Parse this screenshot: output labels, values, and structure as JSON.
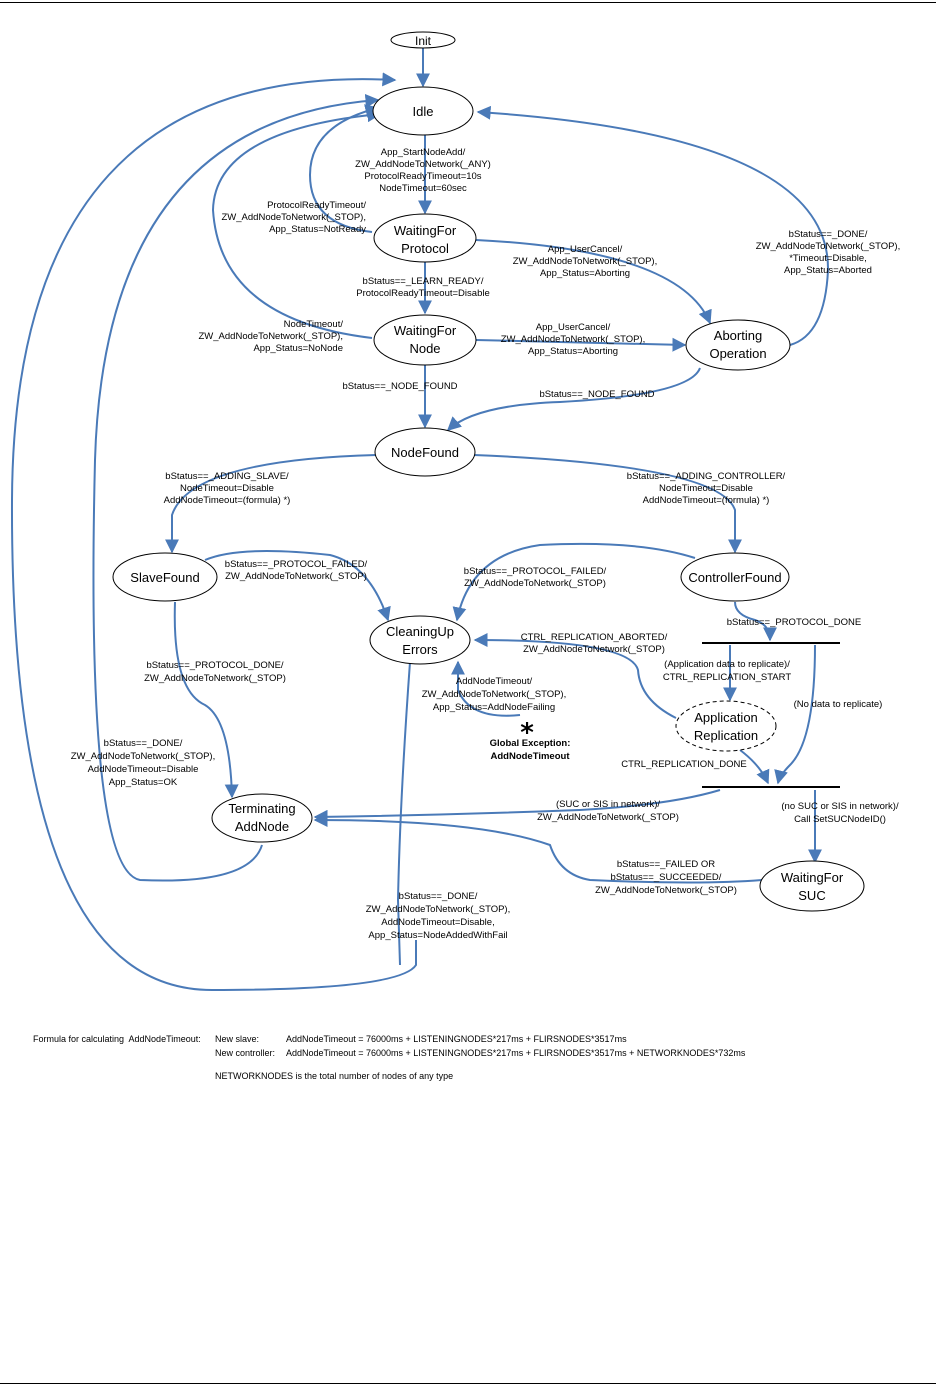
{
  "states": {
    "init": "Init",
    "idle": "Idle",
    "waiting_protocol": [
      "WaitingFor",
      "Protocol"
    ],
    "waiting_node": [
      "WaitingFor",
      "Node"
    ],
    "aborting": [
      "Aborting",
      "Operation"
    ],
    "node_found": "NodeFound",
    "slave_found": "SlaveFound",
    "controller_found": "ControllerFound",
    "cleaning_up": [
      "CleaningUp",
      "Errors"
    ],
    "app_replication": [
      "Application",
      "Replication"
    ],
    "terminating": [
      "Terminating",
      "AddNode"
    ],
    "waiting_suc": [
      "WaitingFor",
      "SUC"
    ]
  },
  "labels": {
    "start_add": [
      "App_StartNodeAdd/",
      "ZW_AddNodeToNetwork(_ANY)",
      "ProtocolReadyTimeout=10s",
      "NodeTimeout=60sec"
    ],
    "protocol_timeout": [
      "ProtocolReadyTimeout/",
      "ZW_AddNodeToNetwork(_STOP),",
      "App_Status=NotReady"
    ],
    "learn_ready": [
      "bStatus==_LEARN_READY/",
      "ProtocolReadyTimeout=Disable"
    ],
    "user_cancel_1": [
      "App_UserCancel/",
      "ZW_AddNodeToNetwork(_STOP),",
      "App_Status=Aborting"
    ],
    "abort_done": [
      "bStatus==_DONE/",
      "ZW_AddNodeToNetwork(_STOP),",
      "*Timeout=Disable,",
      "App_Status=Aborted"
    ],
    "node_timeout": [
      "NodeTimeout/",
      "ZW_AddNodeToNetwork(_STOP),",
      "App_Status=NoNode"
    ],
    "user_cancel_2": [
      "App_UserCancel/",
      "ZW_AddNodeToNetwork(_STOP),",
      "App_Status=Aborting"
    ],
    "node_found_1": "bStatus==_NODE_FOUND",
    "node_found_2": "bStatus==_NODE_FOUND",
    "adding_slave": [
      "bStatus==_ADDING_SLAVE/",
      "NodeTimeout=Disable",
      "AddNodeTimeout=(formula) *)"
    ],
    "adding_controller": [
      "bStatus==_ADDING_CONTROLLER/",
      "NodeTimeout=Disable",
      "AddNodeTimeout=(formula) *)"
    ],
    "slave_failed": [
      "bStatus==_PROTOCOL_FAILED/",
      "ZW_AddNodeToNetwork(_STOP)"
    ],
    "ctrl_failed": [
      "bStatus==_PROTOCOL_FAILED/",
      "ZW_AddNodeToNetwork(_STOP)"
    ],
    "ctrl_protocol_done": "bStatus==_PROTOCOL_DONE",
    "repl_aborted": [
      "CTRL_REPLICATION_ABORTED/",
      "ZW_AddNodeToNetwork(_STOP)"
    ],
    "app_data": [
      "(Application data to replicate)/",
      "CTRL_REPLICATION_START"
    ],
    "no_data": "(No data to replicate)",
    "repl_done": "CTRL_REPLICATION_DONE",
    "add_node_timeout": [
      "AddNodeTimeout/",
      "ZW_AddNodeToNetwork(_STOP),",
      "App_Status=AddNodeFailing"
    ],
    "global_exception": [
      "Global Exception:",
      "AddNodeTimeout"
    ],
    "slave_protocol_done": [
      "bStatus==_PROTOCOL_DONE/",
      "ZW_AddNodeToNetwork(_STOP)"
    ],
    "term_done": [
      "bStatus==_DONE/",
      "ZW_AddNodeToNetwork(_STOP),",
      "AddNodeTimeout=Disable",
      "App_Status=OK"
    ],
    "suc_in_network": [
      "(SUC or SIS in network)/",
      "ZW_AddNodeToNetwork(_STOP)"
    ],
    "no_suc": [
      "(no SUC or SIS in network)/",
      "Call SetSUCNodeID()"
    ],
    "suc_failed": [
      "bStatus==_FAILED OR",
      "bStatus==_SUCCEEDED/",
      "ZW_AddNodeToNetwork(_STOP)"
    ],
    "cleanup_done": [
      "bStatus==_DONE/",
      "ZW_AddNodeToNetwork(_STOP),",
      "AddNodeTimeout=Disable,",
      "App_Status=NodeAddedWithFail"
    ]
  },
  "formula": {
    "heading": "Formula for calculating  AddNodeTimeout:",
    "slave_label": "New slave:",
    "slave_formula": "AddNodeTimeout = 76000ms + LISTENINGNODES*217ms + FLIRSNODES*3517ms",
    "controller_label": "New controller:",
    "controller_formula": "AddNodeTimeout = 76000ms + LISTENINGNODES*217ms + FLIRSNODES*3517ms + NETWORKNODES*732ms",
    "note": "NETWORKNODES is the total number of nodes of any type"
  },
  "colors": {
    "edge": "#4a7ab8",
    "border": "#000000"
  }
}
